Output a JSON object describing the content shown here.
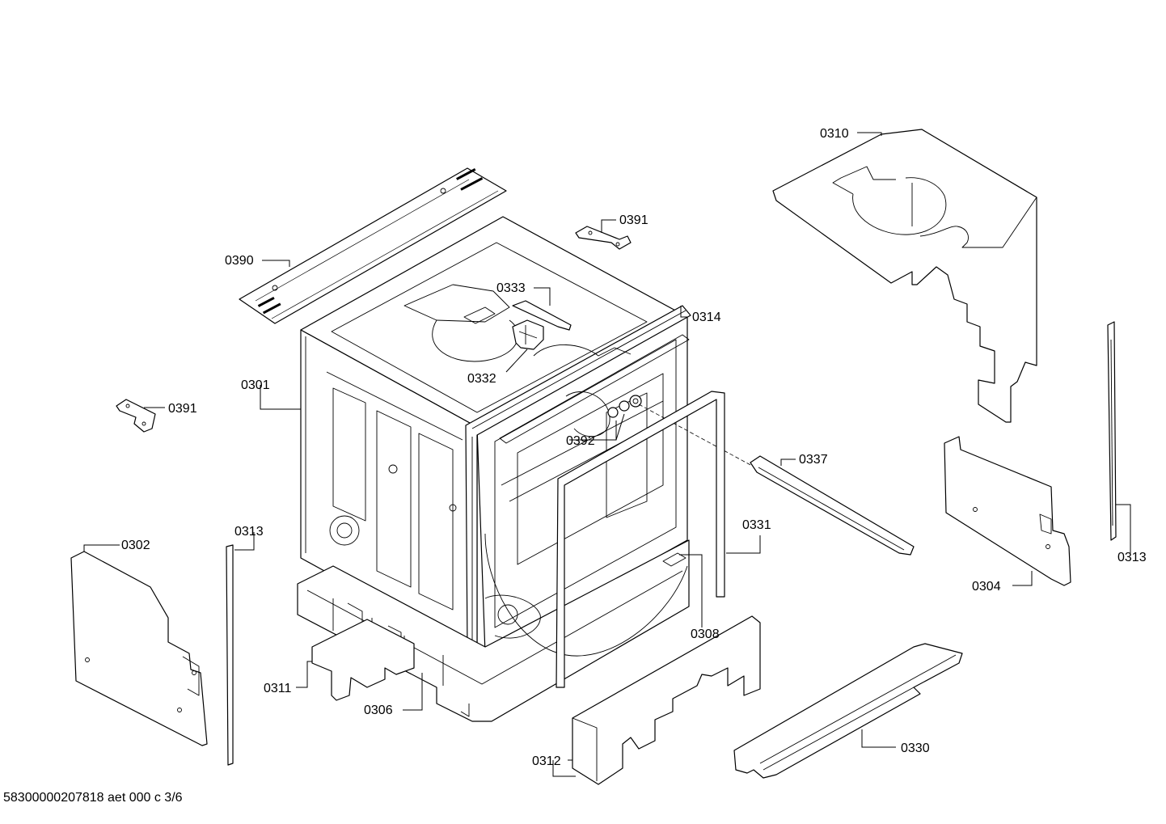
{
  "diagram": {
    "callouts": [
      {
        "id": "0310",
        "label": "0310"
      },
      {
        "id": "0391a",
        "label": "0391"
      },
      {
        "id": "0390",
        "label": "0390"
      },
      {
        "id": "0333",
        "label": "0333"
      },
      {
        "id": "0314",
        "label": "0314"
      },
      {
        "id": "0332",
        "label": "0332"
      },
      {
        "id": "0301",
        "label": "0301"
      },
      {
        "id": "0391b",
        "label": "0391"
      },
      {
        "id": "0392",
        "label": "0392"
      },
      {
        "id": "0337",
        "label": "0337"
      },
      {
        "id": "0313a",
        "label": "0313"
      },
      {
        "id": "0302",
        "label": "0302"
      },
      {
        "id": "0331",
        "label": "0331"
      },
      {
        "id": "0313b",
        "label": "0313"
      },
      {
        "id": "0304",
        "label": "0304"
      },
      {
        "id": "0308",
        "label": "0308"
      },
      {
        "id": "0311",
        "label": "0311"
      },
      {
        "id": "0306",
        "label": "0306"
      },
      {
        "id": "0330",
        "label": "0330"
      },
      {
        "id": "0312",
        "label": "0312"
      }
    ]
  },
  "footer": {
    "document_code": "58300000207818 aet 000 c 3/6"
  }
}
